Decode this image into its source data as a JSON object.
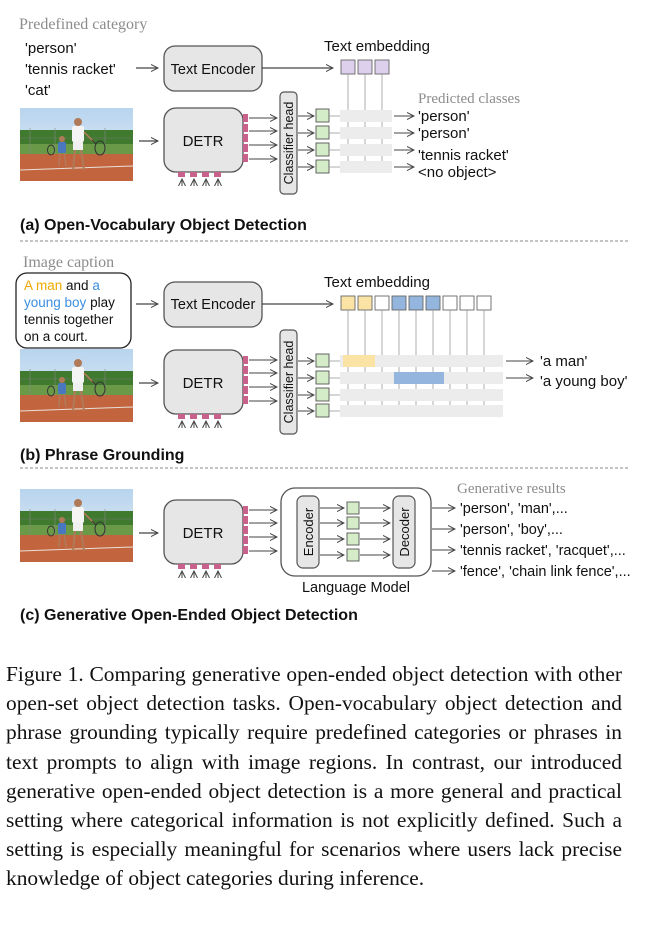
{
  "panel_a": {
    "header": "Predefined category",
    "categories": [
      "'person'",
      "'tennis racket'",
      "'cat'"
    ],
    "text_encoder": "Text Encoder",
    "text_embedding": "Text embedding",
    "detr": "DETR",
    "classifier_head": "Classifier head",
    "predicted_header": "Predicted classes",
    "predictions": [
      "'person'",
      "'person'",
      "'tennis racket'",
      "<no object>"
    ],
    "title": "(a) Open-Vocabulary Object Detection"
  },
  "panel_b": {
    "header": "Image caption",
    "caption_words": {
      "w1": "A man",
      "w2": " and ",
      "w3": "a",
      "w4": "young boy",
      "w5": " play",
      "line2": "tennis together",
      "line3": "on a court."
    },
    "text_encoder": "Text Encoder",
    "text_embedding": "Text embedding",
    "detr": "DETR",
    "classifier_head": "Classifier head",
    "outputs": [
      "'a man'",
      "'a young boy'"
    ],
    "title": "(b) Phrase Grounding"
  },
  "panel_c": {
    "detr": "DETR",
    "encoder": "Encoder",
    "decoder": "Decoder",
    "language_model": "Language Model",
    "results_header": "Generative results",
    "results": [
      "'person', 'man',...",
      "'person', 'boy',...",
      "'tennis racket', 'racquet',...",
      "'fence', 'chain link fence',..."
    ],
    "title": "(c) Generative Open-Ended Object Detection"
  },
  "figure_caption": "Figure 1. Comparing generative open-ended object detection with other open-set object detection tasks. Open-vocabulary object detection and phrase grounding typically require predefined categories or phrases in text prompts to align with image regions. In contrast, our introduced generative open-ended object detection is a more general and practical setting where categorical information is not explicitly defined. Such a setting is especially meaningful for scenarios where users lack precise knowledge of object categories during inference.",
  "colors": {
    "box_fill": "#e6e6e6",
    "box_stroke": "#555555",
    "query_pink": "#c8628c",
    "query_green": "#d5ecc9",
    "embed_purple": "#ddd0ec",
    "embed_yellow": "#fbe3a6",
    "embed_blue": "#93b5de",
    "caption_orange": "#f0a800",
    "caption_blue": "#3c8ee0",
    "gray_label": "#8c8c8c"
  }
}
